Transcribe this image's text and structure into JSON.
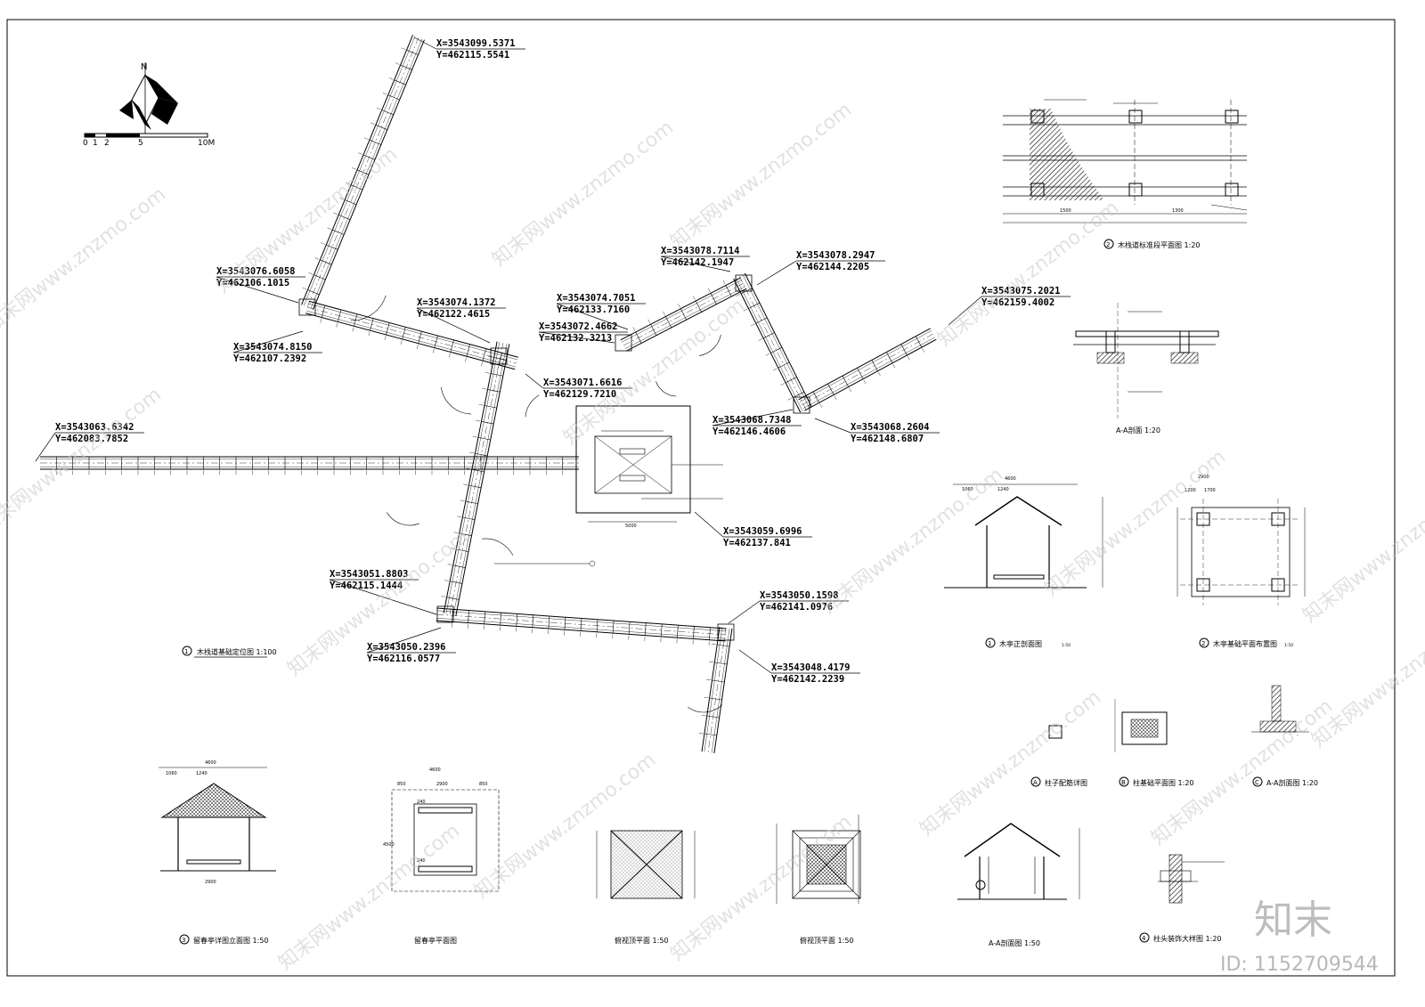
{
  "compass": {
    "north": "N",
    "scale_ticks": [
      "0",
      "1",
      "2",
      "5",
      "10M"
    ]
  },
  "coordinates": [
    {
      "x": "X=3543099.5371",
      "y": "Y=462115.5541"
    },
    {
      "x": "X=3543076.6058",
      "y": "Y=462106.1015"
    },
    {
      "x": "X=3543074.8150",
      "y": "Y=462107.2392"
    },
    {
      "x": "X=3543074.1372",
      "y": "Y=462122.4615"
    },
    {
      "x": "X=3543078.7114",
      "y": "Y=462142.1947"
    },
    {
      "x": "X=3543078.2947",
      "y": "Y=462144.2205"
    },
    {
      "x": "X=3543074.7051",
      "y": "Y=462133.7160"
    },
    {
      "x": "X=3543072.4662",
      "y": "Y=462132.3213"
    },
    {
      "x": "X=3543075.2021",
      "y": "Y=462159.4002"
    },
    {
      "x": "X=3543071.6616",
      "y": "Y=462129.7210"
    },
    {
      "x": "X=3543063.6342",
      "y": "Y=462083.7852"
    },
    {
      "x": "X=3543068.7348",
      "y": "Y=462146.4606"
    },
    {
      "x": "X=3543068.2604",
      "y": "Y=462148.6807"
    },
    {
      "x": "X=3543059.6996",
      "y": "Y=462137.841"
    },
    {
      "x": "X=3543051.8803",
      "y": "Y=462115.1444"
    },
    {
      "x": "X=3543050.2396",
      "y": "Y=462116.0577"
    },
    {
      "x": "X=3543050.1598",
      "y": "Y=462141.0976"
    },
    {
      "x": "X=3543048.4179",
      "y": "Y=462142.2239"
    }
  ],
  "titles": {
    "main_plan": "木栈道基础定位图 1:100",
    "boardwalk_plan": "木栈道标准段平面图 1:20",
    "aa_section_small": "A-A剖面 1:20",
    "pavilion_front": "木亭正剖面图",
    "pavilion_found": "木亭基础平面布置图",
    "col_detail_a": "柱子配筋详图",
    "col_found_b": "柱基础平面图 1:20",
    "aa_section_c": "A-A剖面图 1:20",
    "pav_elev": "留春亭详图立面图 1:50",
    "pav_plan": "留春亭平面图",
    "roof_view": "俯视顶平面 1:50",
    "roof_plan": "俯视顶平面 1:50",
    "aa_section_big": "A-A剖面图 1:50",
    "post_detail": "柱头装饰大样图 1:20",
    "scale_50": "1:50"
  },
  "dims": {
    "d4600": "4600",
    "d2900": "2900",
    "d1700": "1700",
    "d1200": "1200",
    "d850": "850",
    "d1060": "1060",
    "d1240": "1240",
    "d240": "240",
    "d1500": "1500",
    "d1300": "1300",
    "d5000": "5000",
    "d4500": "4500"
  },
  "watermarks": [
    "知末网www.znzmo.com"
  ],
  "brand": {
    "name": "知末",
    "id": "ID: 1152709544"
  }
}
